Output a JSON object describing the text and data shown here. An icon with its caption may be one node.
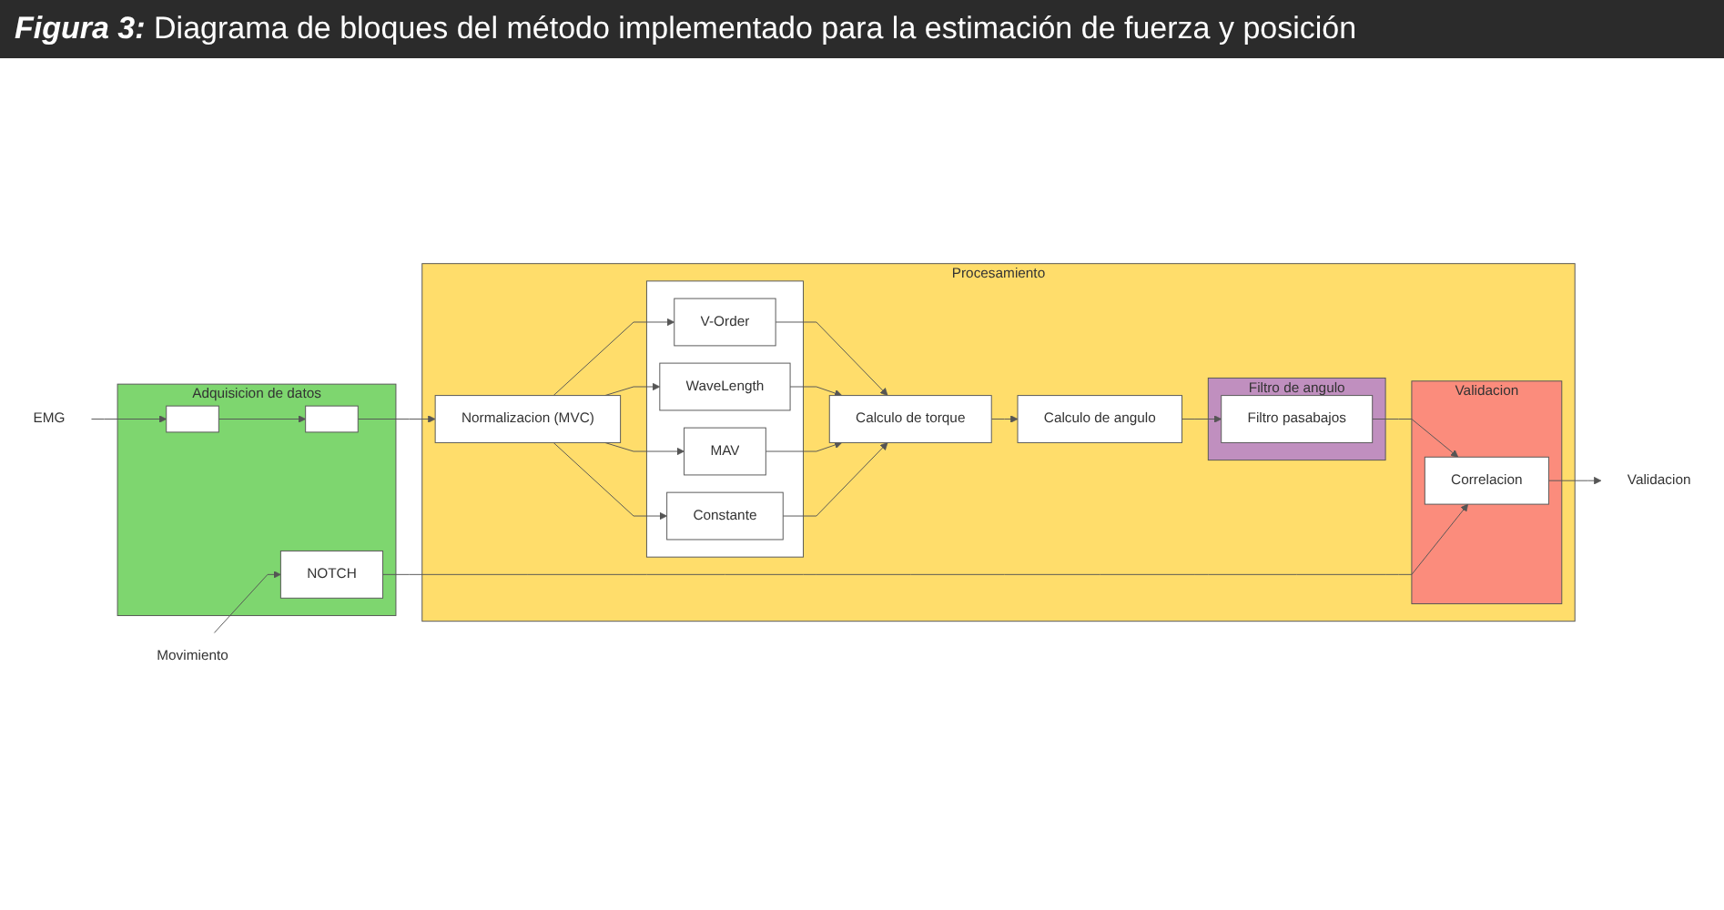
{
  "diagram": {
    "title": "**Figura 3:** Diagrama de bloques del método implementado para la estimación de fuerza y posición",
    "nodes": [
      {
        "text": [
          "EMG"
        ]
      },
      {
        "text": [
          "Movimiento"
        ]
      },
      {
        "text": [
          "Adquisicion de datos"
        ]
      },
      {
        "text": [],
        "shape": "box",
        "in": 2
      },
      {
        "text": [],
        "shape": "box",
        "in": 2
      },
      {
        "text": [
          "NOTCH"
        ],
        "in": 2
      },
      {
        "text": [
          "Procesamiento"
        ]
      },
      {
        "text": [
          "Normalizacion (MVC)"
        ],
        "in": 6
      },
      {
        "text": [],
        "shape": "box",
        "in": 6
      },
      {
        "text": [
          "V-Order"
        ],
        "in": 8
      },
      {
        "text": [
          "WaveLength"
        ],
        "in": 8
      },
      {
        "text": [
          "MAV"
        ],
        "in": 8
      },
      {
        "text": [
          "Constante"
        ],
        "in": 8
      },
      {
        "text": [
          "Calculo de torque"
        ],
        "in": 6
      },
      {
        "text": [
          "Calculo de angulo"
        ],
        "in": 6
      },
      {
        "text": [
          "Filtro de angulo"
        ],
        "in": 6
      },
      {
        "text": [
          "Filtro pasabajos"
        ],
        "in": 15
      },
      {
        "text": [
          "Validacion"
        ],
        "in": 6
      },
      {
        "text": [
          "Correlacion"
        ],
        "in": 17
      },
      {
        "text": [
          "Validacion"
        ]
      }
    ],
    "edges": [
      {
        "from": 0,
        "to": 3,
        "arrow": "to"
      },
      {
        "from": 1,
        "to": 5,
        "arrow": "to"
      },
      {
        "from": 3,
        "to": 4,
        "arrow": "to"
      },
      {
        "from": 4,
        "to": 7,
        "arrow": "to"
      },
      {
        "from": 7,
        "to": 9,
        "arrow": "to"
      },
      {
        "from": 7,
        "to": 10,
        "arrow": "to"
      },
      {
        "from": 7,
        "to": 11,
        "arrow": "to"
      },
      {
        "from": 7,
        "to": 12,
        "arrow": "to"
      },
      {
        "from": 9,
        "to": 13,
        "arrow": "to"
      },
      {
        "from": 10,
        "to": 13,
        "arrow": "to"
      },
      {
        "from": 11,
        "to": 13,
        "arrow": "to"
      },
      {
        "from": 12,
        "to": 13,
        "arrow": "to"
      },
      {
        "from": 13,
        "to": 14,
        "arrow": "to"
      },
      {
        "from": 14,
        "to": 16,
        "arrow": "to"
      },
      {
        "from": 16,
        "to": 18,
        "arrow": "to"
      },
      {
        "from": 5,
        "to": 18,
        "arrow": "to"
      },
      {
        "from": 18,
        "to": 19,
        "arrow": "to"
      }
    ]
  }
}
